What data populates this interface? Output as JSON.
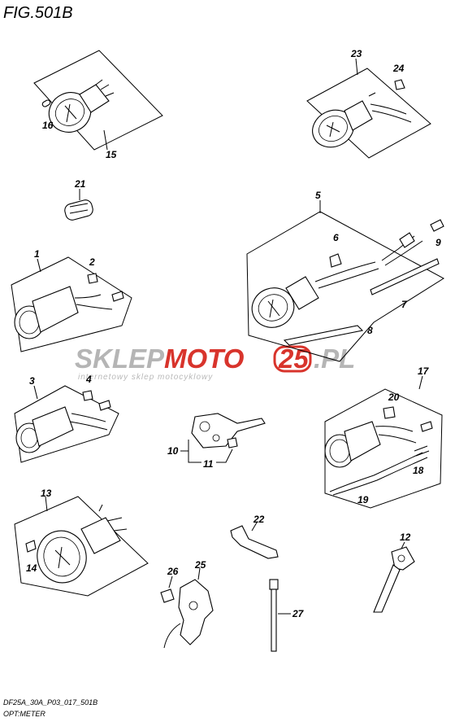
{
  "figure": {
    "title": "FIG.501B",
    "footer_code": "DF25A_30A_P03_017_501B",
    "footer_name": "OPT:METER"
  },
  "watermark": {
    "brand_left": "SKLEP",
    "brand_mid": "MOTO",
    "brand_badge": "25",
    "brand_right": ".PL",
    "tagline": "internetowy sklep motocyklowy",
    "colors": {
      "grey": "#b5b5b5",
      "red": "#d8342c"
    }
  },
  "callouts": {
    "c1": "1",
    "c2": "2",
    "c3": "3",
    "c4": "4",
    "c5": "5",
    "c6": "6",
    "c7": "7",
    "c8": "8",
    "c9": "9",
    "c10": "10",
    "c11": "11",
    "c12": "12",
    "c13": "13",
    "c14": "14",
    "c15": "15",
    "c16": "16",
    "c17": "17",
    "c18": "18",
    "c19": "19",
    "c20": "20",
    "c21": "21",
    "c22": "22",
    "c23": "23",
    "c24": "24",
    "c25": "25",
    "c26": "26",
    "c27": "27"
  }
}
